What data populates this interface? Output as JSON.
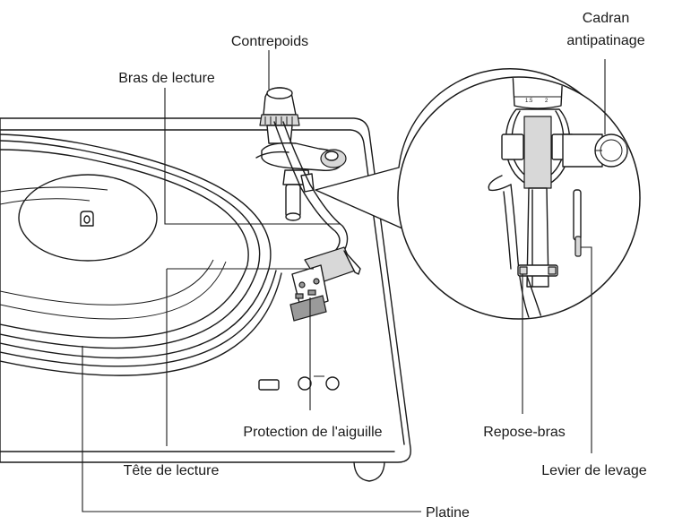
{
  "labels": {
    "contrepoids": "Contrepoids",
    "bras": "Bras de lecture",
    "cadran_l1": "Cadran",
    "cadran_l2": "antipatinage",
    "protection": "Protection de l'aiguille",
    "repose": "Repose-bras",
    "tete": "Tête de lecture",
    "levier": "Levier de levage",
    "platine": "Platine"
  }
}
